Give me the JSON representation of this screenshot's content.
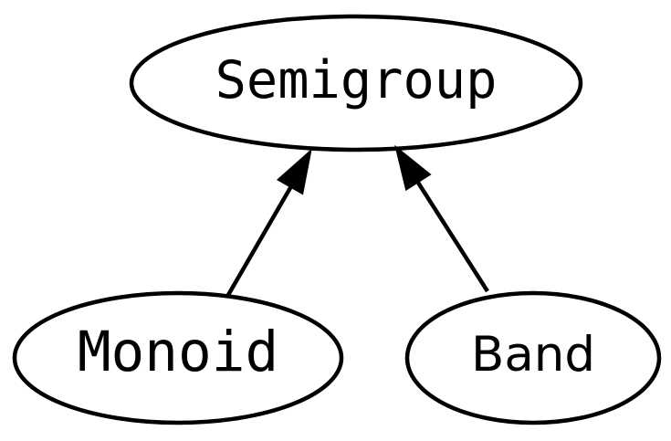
{
  "page": {
    "background_color": "#ffffff",
    "ink_color": "#000000"
  },
  "diagram": {
    "type": "directed-graph",
    "node_shape": "ellipse",
    "nodes": [
      {
        "id": "semigroup",
        "label": "Semigroup"
      },
      {
        "id": "monoid",
        "label": "Monoid"
      },
      {
        "id": "band",
        "label": "Band"
      }
    ],
    "edges": [
      {
        "from": "Monoid",
        "to": "Semigroup",
        "arrowhead": "filled-triangle"
      },
      {
        "from": "Band",
        "to": "Semigroup",
        "arrowhead": "filled-triangle"
      }
    ]
  }
}
